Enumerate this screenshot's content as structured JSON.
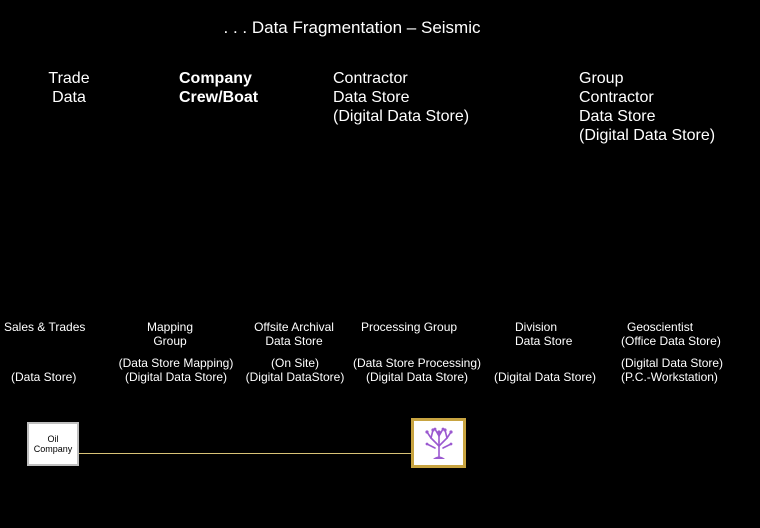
{
  "title": ". . . Data Fragmentation – Seismic",
  "headers": [
    {
      "lines": [
        "Trade",
        "Data"
      ]
    },
    {
      "lines": [
        "Company",
        "Crew/Boat"
      ]
    },
    {
      "lines": [
        "Contractor",
        "Data Store",
        "(Digital Data Store)"
      ]
    },
    {
      "lines": [
        "Group",
        "Contractor",
        "Data Store",
        "(Digital Data Store)"
      ]
    }
  ],
  "groups": [
    {
      "name": [
        "Sales & Trades"
      ],
      "store": [
        "(Data Store)"
      ]
    },
    {
      "name": [
        "Mapping",
        "Group"
      ],
      "store": [
        "(Data Store Mapping)",
        "(Digital Data Store)"
      ]
    },
    {
      "name": [
        "Offsite Archival",
        "Data Store"
      ],
      "store": [
        "(On Site)",
        "(Digital DataStore)"
      ]
    },
    {
      "name": [
        "Processing Group"
      ],
      "store": [
        "(Data Store Processing)",
        "(Digital Data Store)"
      ]
    },
    {
      "name": [
        "Division",
        "Data Store"
      ],
      "store": [
        "(Digital Data Store)"
      ]
    },
    {
      "name": [
        "Geoscientist",
        "(Office Data Store)"
      ],
      "store": [
        "(Digital Data Store)",
        "(P.C.-Workstation)"
      ]
    }
  ],
  "nodes": {
    "oil_company": {
      "lines": [
        "Oil",
        "Company"
      ]
    },
    "tree": {
      "icon": "tree-icon",
      "color": "#9b59d0"
    }
  },
  "colors": {
    "background": "#000000",
    "text": "#ffffff",
    "connector": "#d8c277",
    "tree_border": "#c8a441"
  }
}
